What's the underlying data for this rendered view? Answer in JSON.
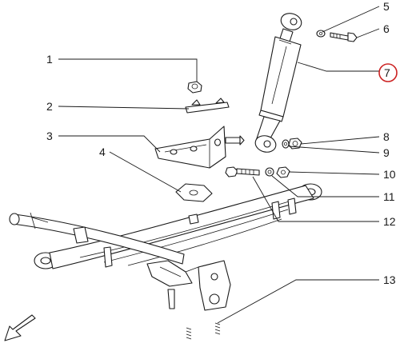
{
  "callouts": [
    {
      "id": "1",
      "label": "1"
    },
    {
      "id": "2",
      "label": "2"
    },
    {
      "id": "3",
      "label": "3"
    },
    {
      "id": "4",
      "label": "4"
    },
    {
      "id": "5",
      "label": "5"
    },
    {
      "id": "6",
      "label": "6"
    },
    {
      "id": "7",
      "label": "7",
      "highlighted": true
    },
    {
      "id": "8",
      "label": "8"
    },
    {
      "id": "9",
      "label": "9"
    },
    {
      "id": "10",
      "label": "10"
    },
    {
      "id": "11",
      "label": "11"
    },
    {
      "id": "12",
      "label": "12"
    },
    {
      "id": "13",
      "label": "13"
    }
  ],
  "colors": {
    "line": "#1a1a1a",
    "highlight_circle": "#cc2222",
    "background": "#ffffff"
  },
  "icons": {
    "direction_arrow": "front-direction-arrow-icon"
  }
}
